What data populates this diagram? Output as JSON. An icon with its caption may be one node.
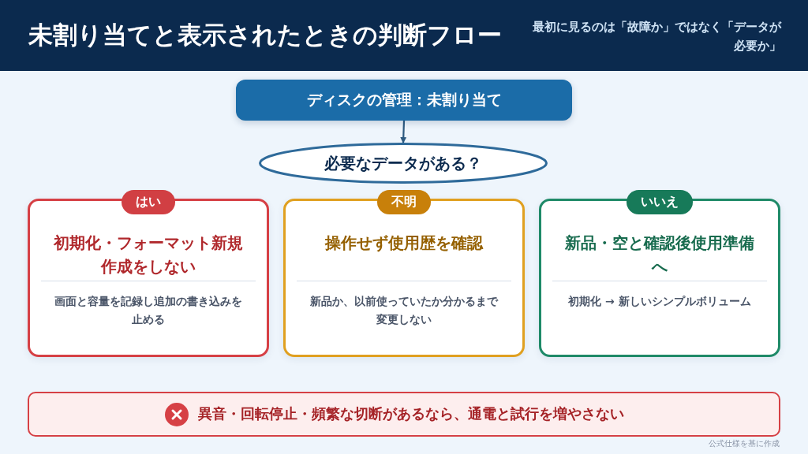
{
  "diagram": {
    "title": "未割り当てと表示されたときの判断フロー",
    "nodes": [
      {
        "text": [
          "ディスクの管理：未割り当て"
        ]
      },
      {
        "text": [
          "必要なデータがある？"
        ]
      },
      {
        "text": [
          "はい",
          "初期化・フォーマット新規作成をしない",
          "画面と容量を記録し追加の書き込みを止める"
        ]
      },
      {
        "text": [
          "不明",
          "操作せず使用歴を確認",
          "新品か、以前使っていたか分かるまで変更しない"
        ]
      },
      {
        "text": [
          "いいえ",
          "新品・空と確認後使用準備へ",
          "初期化 → 新しいシンプルボリューム"
        ]
      },
      {
        "text": [
          "異音・回転停止・頻繁な切断があるなら、通電と試行を増やさない"
        ]
      }
    ],
    "edges": [
      {
        "from": 0,
        "to": 1,
        "arrow": "to"
      }
    ],
    "labels": [
      "最初に見るのは「故障か」ではなく「データが必要か」",
      "公式仕様を基に作成"
    ]
  }
}
